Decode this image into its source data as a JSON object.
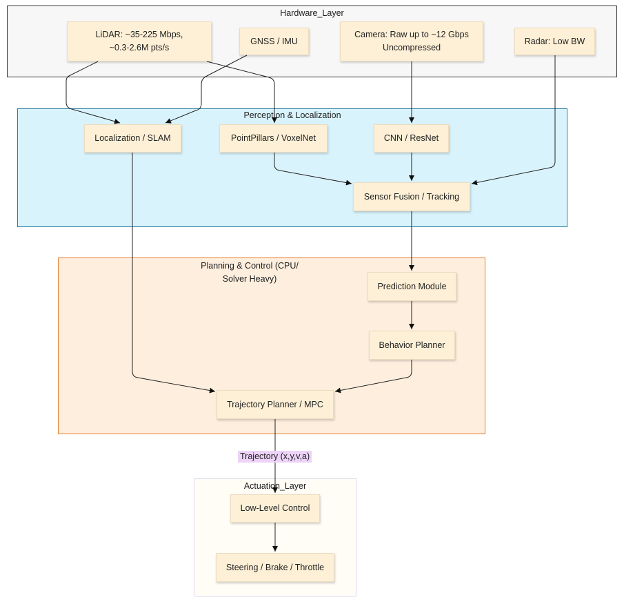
{
  "clusters": {
    "hardware": {
      "title": "Hardware_Layer"
    },
    "perception": {
      "title": "Perception & Localization"
    },
    "planning": {
      "title_line1": "Planning & Control (CPU/",
      "title_line2": "Solver Heavy)"
    },
    "actuation": {
      "title": "Actuation_Layer"
    }
  },
  "nodes": {
    "lidar": {
      "line1": "LiDAR: ~35-225 Mbps,",
      "line2": "~0.3-2.6M pts/s"
    },
    "gnss": {
      "label": "GNSS / IMU"
    },
    "camera": {
      "line1": "Camera: Raw up to ~12 Gbps",
      "line2": "Uncompressed"
    },
    "radar": {
      "label": "Radar: Low BW"
    },
    "localization": {
      "label": "Localization / SLAM"
    },
    "pointpillars": {
      "label": "PointPillars / VoxelNet"
    },
    "cnn": {
      "label": "CNN / ResNet"
    },
    "fusion": {
      "label": "Sensor Fusion / Tracking"
    },
    "prediction": {
      "label": "Prediction Module"
    },
    "behavior": {
      "label": "Behavior Planner"
    },
    "trajectory": {
      "label": "Trajectory Planner / MPC"
    },
    "lowlevel": {
      "label": "Low-Level Control"
    },
    "steering": {
      "label": "Steering / Brake / Throttle"
    }
  },
  "edge_labels": {
    "trajectory_to_lowlevel": "Trajectory (x,y,v,a)"
  },
  "colors": {
    "node_fill": "#fdf0d6",
    "hardware_fill": "#f7f7f7",
    "hardware_border": "#333333",
    "perception_fill": "#d9f3fc",
    "perception_border": "#2a7ba0",
    "planning_fill": "#fdeedd",
    "planning_border": "#e47b2a",
    "actuation_fill": "#fffdf5",
    "actuation_border": "#dcd6ee",
    "edge_label_fill": "#ecd3f7"
  }
}
